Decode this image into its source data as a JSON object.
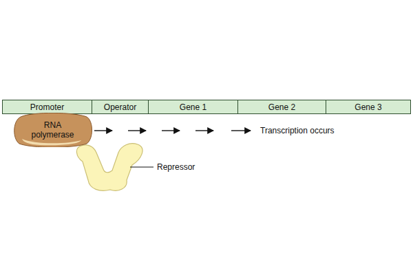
{
  "diagram": {
    "nodes": [
      {
        "text": [
          "Promoter"
        ]
      },
      {
        "text": [
          "Operator"
        ]
      },
      {
        "text": [
          "Gene 1"
        ]
      },
      {
        "text": [
          "Gene 2"
        ]
      },
      {
        "text": [
          "Gene 3"
        ]
      },
      {
        "text": [
          "RNA polymerase"
        ]
      }
    ],
    "labels": [
      "Transcription occurs",
      "Repressor"
    ]
  }
}
